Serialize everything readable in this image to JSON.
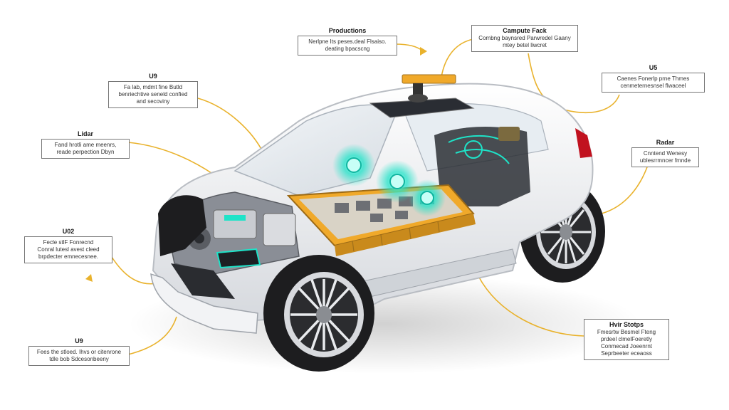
{
  "colors": {
    "leader": "#e9b22c",
    "battery": "#f0a92a",
    "glow": "#1ee3c8",
    "body": "#e9ebee",
    "tire": "#1d1d1f"
  },
  "callouts": {
    "productions": {
      "title": "Productions",
      "lines": [
        "Nerlpne Its peses.deal Flsaiso.",
        "deating bpacscng"
      ]
    },
    "computer": {
      "title": "Campute Fack",
      "lines": [
        "Combng baynsred Parwredel Gaany",
        "mtey betel liwcret"
      ]
    },
    "u5": {
      "title": "U5",
      "lines": [
        "Caenes Fonerlp prne Thmes",
        "cenmeternesnsel flwaceel"
      ]
    },
    "u9": {
      "title": "U9",
      "lines": [
        "Fa lab, mdmt fine Butld",
        "benriechtive seneld confied",
        "and secoviny"
      ]
    },
    "lidar": {
      "title": "Lidar",
      "lines": [
        "Fand hrotli ame meenrs,",
        "reade perpection Dbyn"
      ]
    },
    "radar": {
      "title": "Radar",
      "lines": [
        "Cnntend Wenesy",
        "ublesrrmncer fmnde"
      ]
    },
    "u02": {
      "title": "U02",
      "lines": [
        "Fecle stlF Fonrecnd",
        "Conral lutesl avest cleed",
        "brpdecter emnecesnee."
      ]
    },
    "hiv": {
      "title": "Hvir Stotps",
      "lines": [
        "Fmesrtw Besmel Fteng",
        "prdeel clmelFoeretly",
        "Conmecad Joeenrnt",
        "Seprbeeter eceaoss"
      ]
    },
    "bottom_u9": {
      "title": "U9",
      "lines": [
        "Fees the stloed. Ihvs or citenrone",
        "tdle bob Sdcesonbeeny"
      ]
    }
  }
}
